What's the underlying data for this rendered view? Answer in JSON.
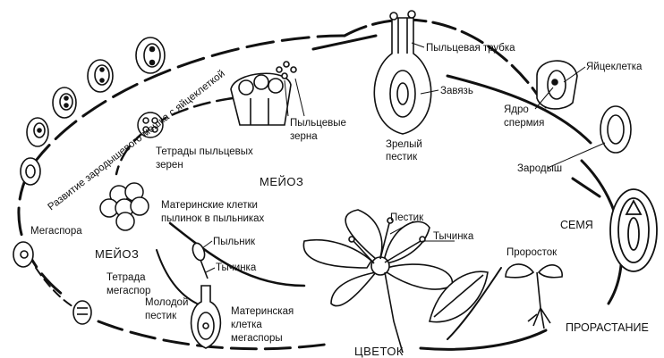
{
  "labels": {
    "pollen_tube": "Пыльцевая трубка",
    "egg_cell": "Яйцеклетка",
    "ovary": "Завязь",
    "sperm_nucleus_1": "Ядро",
    "sperm_nucleus_2": "спермия",
    "mature_pistil_1": "Зрелый",
    "mature_pistil_2": "пестик",
    "pollen_grains_1": "Пыльцевые",
    "pollen_grains_2": "зерна",
    "tetrads_1": "Тетрады пыльцевых",
    "tetrads_2": "зерен",
    "embryo": "Зародыш",
    "meiosis_top": "МЕЙОЗ",
    "mother_cells_1": "Материнские клетки",
    "mother_cells_2": "пылинок в пыльниках",
    "seed": "СЕМЯ",
    "megaspore": "Мегаспора",
    "meiosis_left": "МЕЙОЗ",
    "anther": "Пыльник",
    "stamen_small": "Тычинка",
    "pistil": "Пестик",
    "stamen": "Тычинка",
    "seedling": "Проросток",
    "megaspore_tetrad_1": "Тетрада",
    "megaspore_tetrad_2": "мегаспор",
    "young_pistil_1": "Молодой",
    "young_pistil_2": "пестик",
    "megaspore_mother_1": "Материнская",
    "megaspore_mother_2": "клетка",
    "megaspore_mother_3": "мегаспоры",
    "germination": "ПРОРАСТАНИЕ",
    "flower": "ЦВЕТОК",
    "embryo_sac_development": "Развитие зародышевого мешка с яйцеклеткой"
  }
}
